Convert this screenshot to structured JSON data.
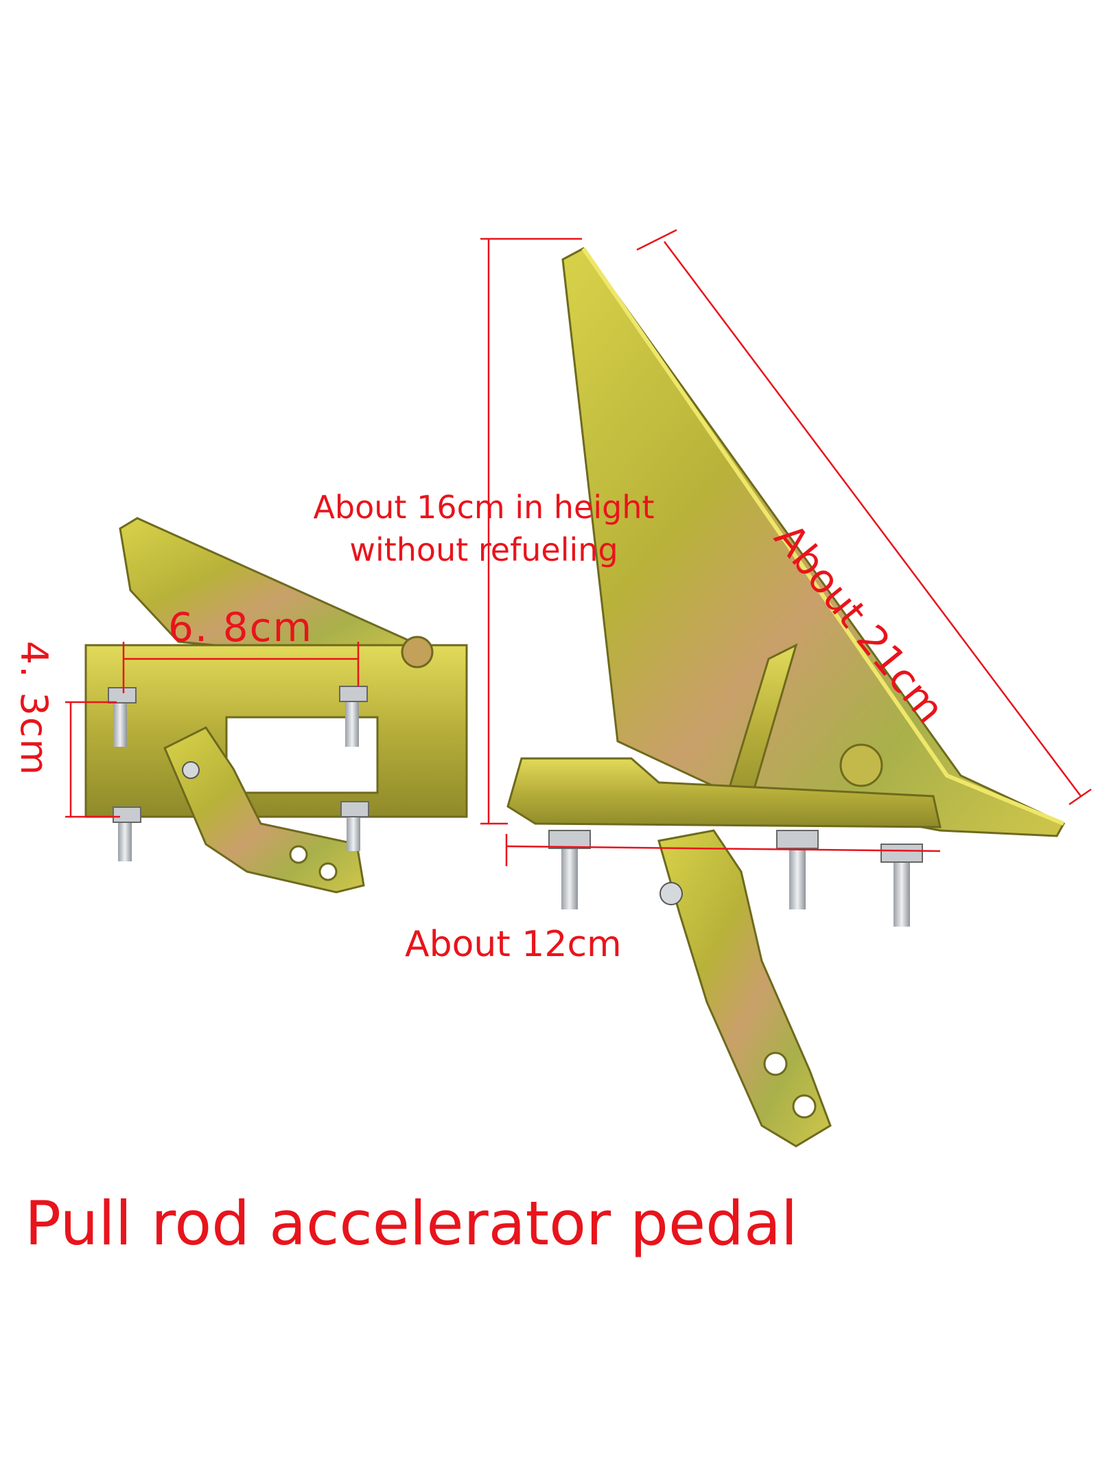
{
  "product": {
    "caption": "Pull rod accelerator pedal"
  },
  "dimensions": {
    "height_label": "About 16cm in height without refueling",
    "width_label": "About 12cm",
    "length_label": "About 21cm",
    "small_width_label": "6. 8cm",
    "small_height_label": "4. 3cm"
  },
  "colors": {
    "annotation": "#e8141c",
    "metal_yellow": "#c8c23a",
    "metal_shade": "#8f8a2a",
    "bolt": "#d6d9dc",
    "background": "#ffffff"
  }
}
